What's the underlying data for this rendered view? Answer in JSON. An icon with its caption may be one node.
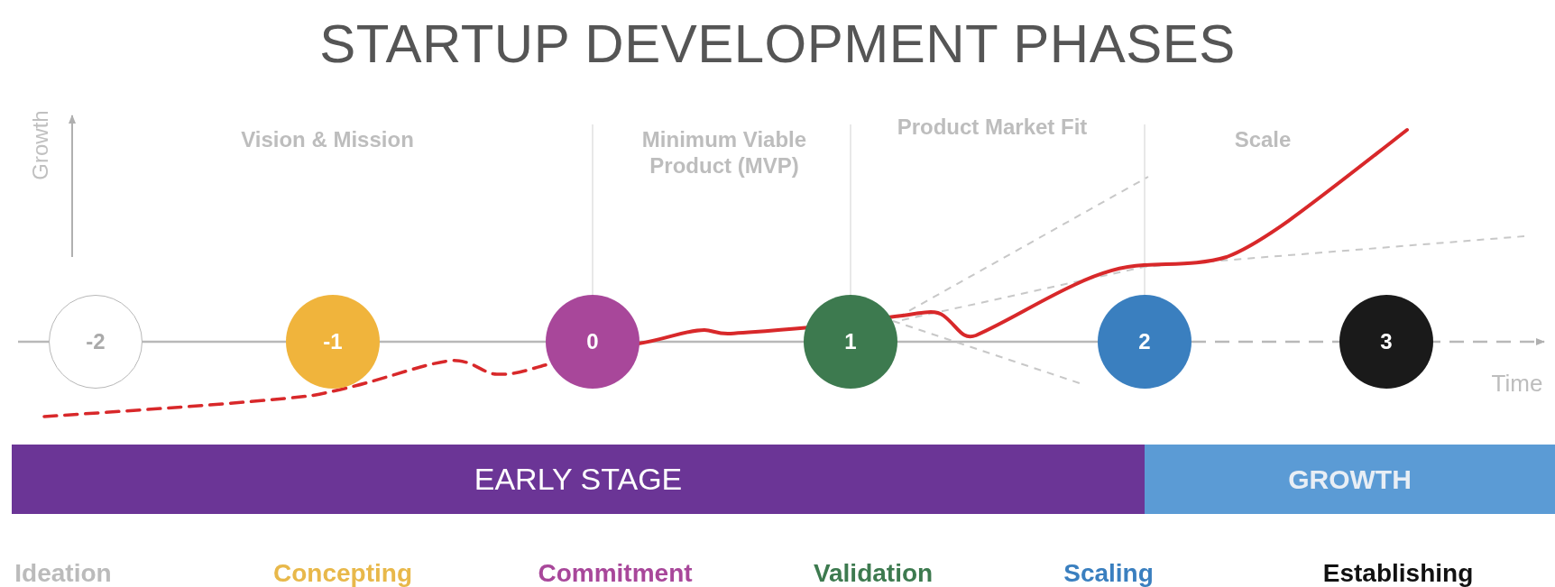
{
  "diagram": {
    "title": "STARTUP DEVELOPMENT PHASES",
    "nodes": [
      {
        "text": [
          "-2"
        ]
      },
      {
        "text": [
          "-1"
        ]
      },
      {
        "text": [
          "0"
        ]
      },
      {
        "text": [
          "1"
        ]
      },
      {
        "text": [
          "2"
        ]
      },
      {
        "text": [
          "3"
        ]
      },
      {
        "text": [
          "EARLY STAGE"
        ]
      },
      {
        "text": [
          "GROWTH"
        ]
      }
    ],
    "labels": [
      "Growth",
      "Vision & Mission",
      "Minimum Viable Product (MVP)",
      "Product Market Fit",
      "Scale",
      "Time",
      "Ideation",
      "Concepting",
      "Commitment",
      "Validation",
      "Scaling",
      "Establishing"
    ]
  }
}
